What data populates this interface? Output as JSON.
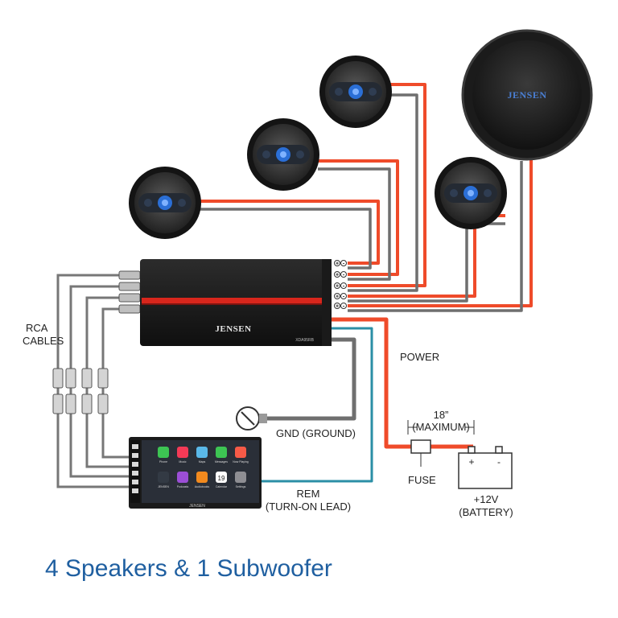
{
  "labels": {
    "rca_line1": "RCA",
    "rca_line2": "CABLES",
    "power": "POWER",
    "gnd": "GND (GROUND)",
    "length_line1": "18”",
    "length_line2": "(MAXIMUM)",
    "fuse": "FUSE",
    "battery_line1": "+12V",
    "battery_line2": "(BATTERY)",
    "rem_line1": "REM",
    "rem_line2": "(TURN-ON LEAD)",
    "battery_plus": "+",
    "battery_minus": "-"
  },
  "brand": "JENSEN",
  "amplifier": {
    "model": "XDA95RB",
    "terminal_plus": "+",
    "terminal_minus": "-"
  },
  "head_unit": {
    "brand": "JENSEN",
    "date_number": "19",
    "apps": [
      "Phone",
      "Music",
      "Maps",
      "Messages",
      "Now Playing",
      "JENSEN",
      "Podcasts",
      "Audiobooks",
      "Calendar",
      "Settings"
    ]
  },
  "caption": "4 Speakers & 1 Subwoofer",
  "colors": {
    "power_wire": "#ef4b2a",
    "speaker_negative_wire": "#6f6f6f",
    "rem_wire": "#2b8fa6",
    "caption": "#1f5fa0"
  }
}
